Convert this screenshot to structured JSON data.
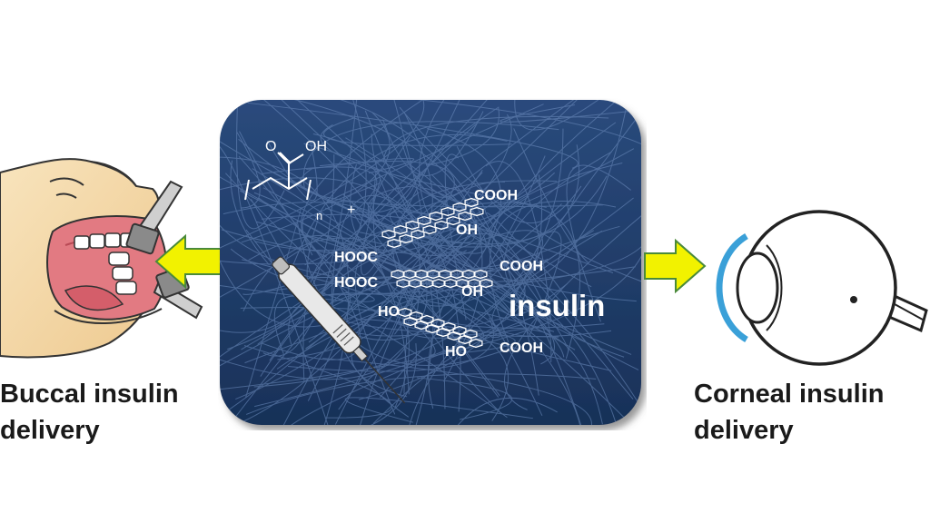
{
  "panel": {
    "label": "insulin",
    "chem": {
      "o": "O",
      "oh_top": "OH",
      "n": "n",
      "plus": "+",
      "cooh_1": "COOH",
      "oh_1": "OH",
      "hooc_1": "HOOC",
      "cooh_2": "COOH",
      "hooc_2": "HOOC",
      "oh_2": "OH",
      "ho_1": "HO",
      "ho_2": "HO",
      "cooh_3": "COOH"
    }
  },
  "left": {
    "caption_line1": "Buccal insulin",
    "caption_line2": "delivery"
  },
  "right": {
    "caption_line1": "Corneal insulin",
    "caption_line2": "delivery"
  },
  "colors": {
    "panel": "#1f3a66",
    "arrow": "#f2f200",
    "cornea": "#3aa0d8",
    "skin": "#f5dcb0",
    "mouth": "#e0707a"
  },
  "icons": {
    "left_arrow": "arrow-left-icon",
    "right_arrow": "arrow-right-icon",
    "mouth": "mouth-illustration",
    "eye": "eye-illustration",
    "syringe": "syringe-icon"
  }
}
